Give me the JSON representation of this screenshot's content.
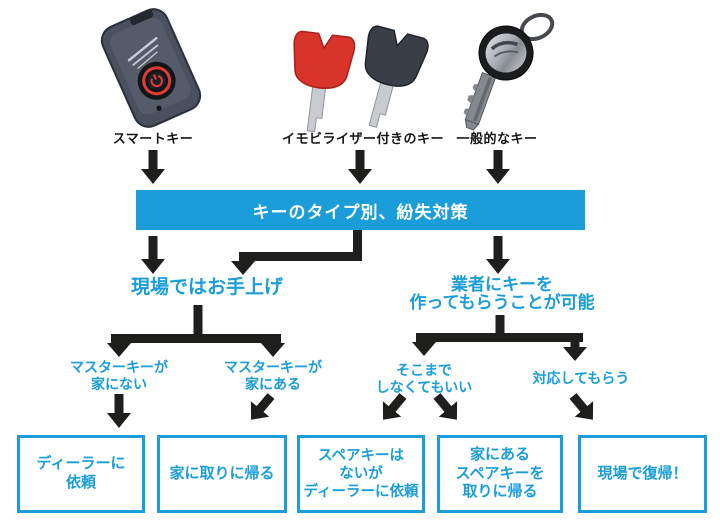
{
  "key_types": [
    {
      "label": "スマートキー",
      "image": "smart-key-photo"
    },
    {
      "label": "イモビライザー付きのキー",
      "image": "immobilizer-keys-photo"
    },
    {
      "label": "一般的なキー",
      "image": "standard-key-photo"
    }
  ],
  "banner": {
    "label": "キーのタイプ別、紛失対策"
  },
  "level2": {
    "left": {
      "lines": [
        "現場ではお手上げ"
      ]
    },
    "right": {
      "lines": [
        "業者にキーを",
        "作ってもらうことが可能"
      ]
    }
  },
  "level3": [
    {
      "lines": [
        "マスターキーが",
        "家にない"
      ]
    },
    {
      "lines": [
        "マスターキーが",
        "家にある"
      ]
    },
    {
      "lines": [
        "そこまで",
        "しなくてもいい"
      ]
    },
    {
      "lines": [
        "対応してもらう"
      ]
    }
  ],
  "outcomes": [
    {
      "lines": [
        "ディーラーに",
        "依頼"
      ]
    },
    {
      "lines": [
        "家に取りに帰る"
      ]
    },
    {
      "lines": [
        "スペアキーは",
        "ないが",
        "ディーラーに依頼"
      ]
    },
    {
      "lines": [
        "家にある",
        "スペアキーを",
        "取りに帰る"
      ]
    },
    {
      "lines": [
        "現場で復帰！"
      ]
    }
  ],
  "colors": {
    "accent_blue": "#1B9DD9",
    "arrow_black": "#1E1E1C"
  }
}
